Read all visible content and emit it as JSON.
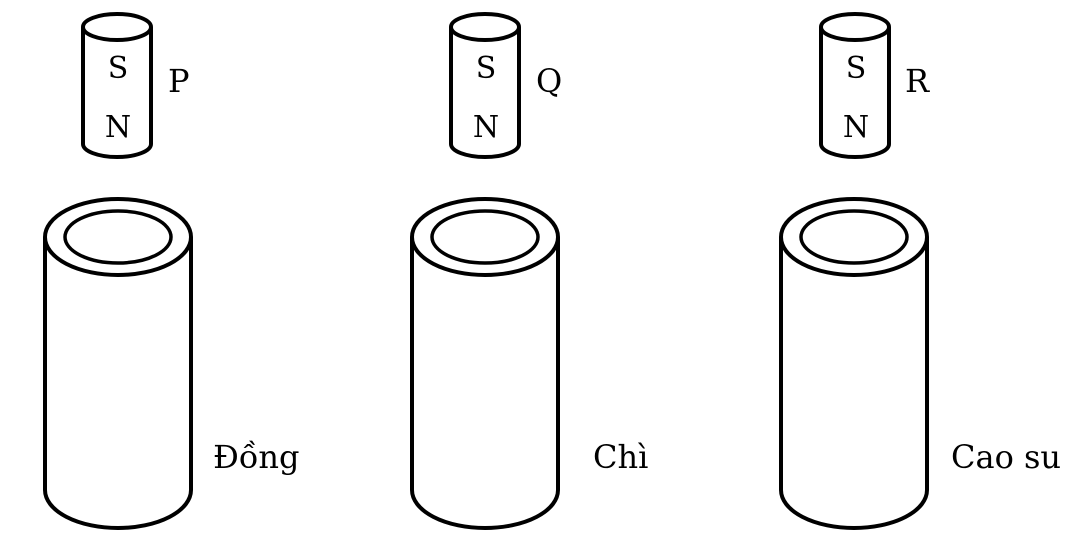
{
  "magnets": [
    {
      "label": "P",
      "top_pole": "S",
      "bottom_pole": "N"
    },
    {
      "label": "Q",
      "top_pole": "S",
      "bottom_pole": "N"
    },
    {
      "label": "R",
      "top_pole": "S",
      "bottom_pole": "N"
    }
  ],
  "tubes": [
    {
      "material": "Đồng"
    },
    {
      "material": "Chì"
    },
    {
      "material": "Cao su"
    }
  ]
}
